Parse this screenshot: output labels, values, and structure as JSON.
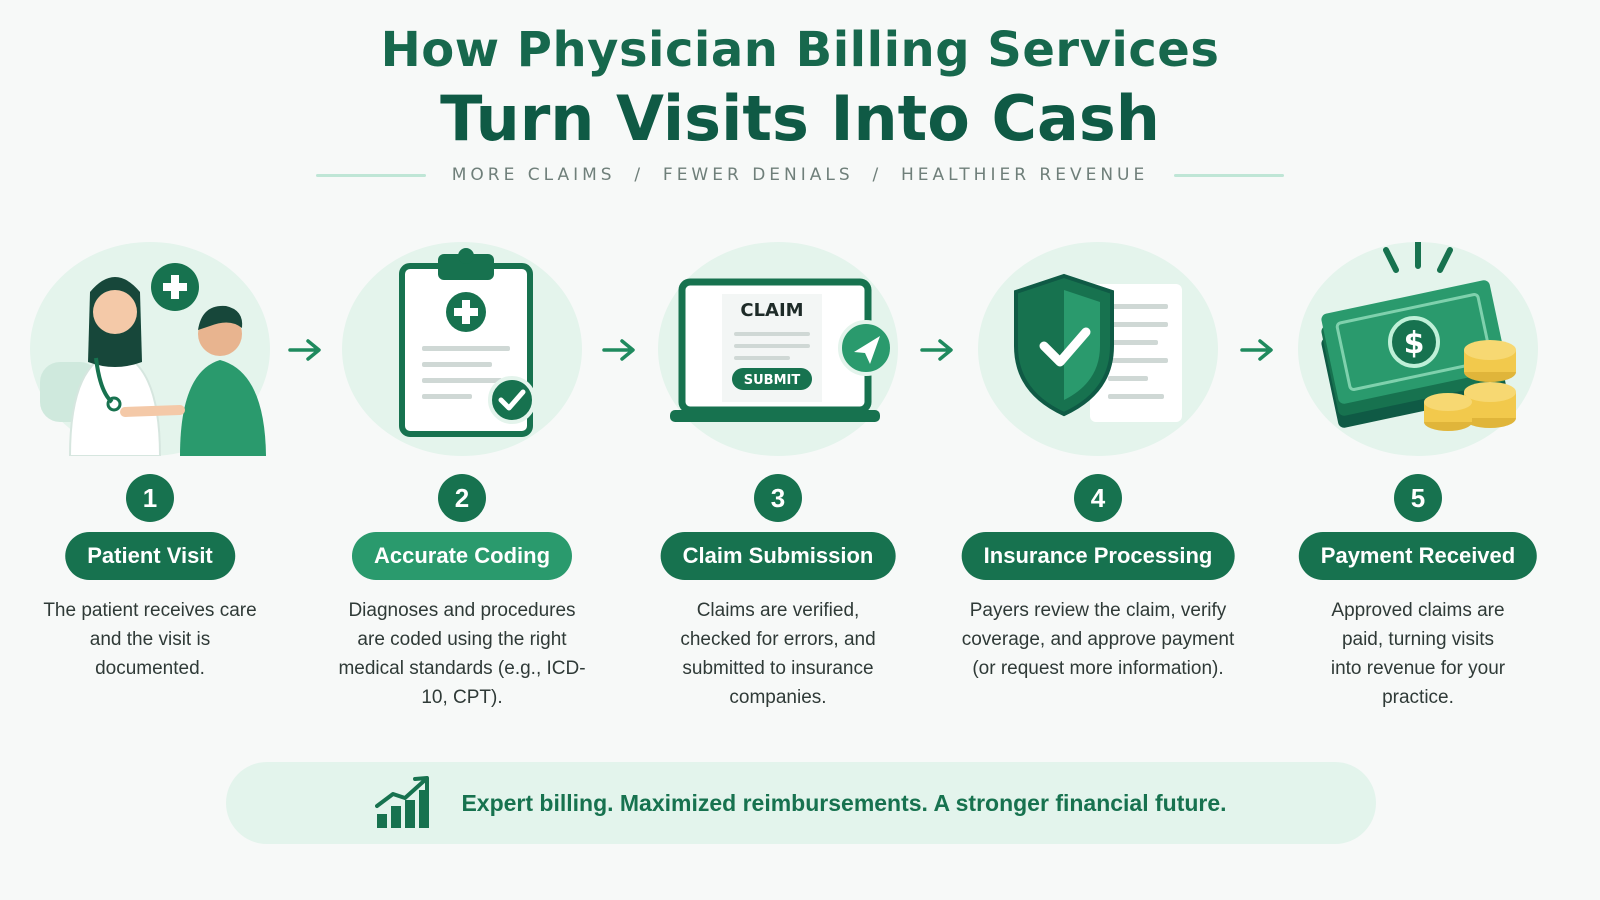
{
  "header": {
    "title_line1": "How Physician Billing Services",
    "title_line2": "Turn Visits Into Cash",
    "subtitle": "MORE CLAIMS  /  FEWER DENIALS  /  HEALTHIER REVENUE"
  },
  "illustrations": {
    "claim_screen_title": "CLAIM",
    "claim_screen_button": "SUBMIT"
  },
  "steps": [
    {
      "number": "1",
      "title": "Patient Visit",
      "icon": "doctor-patient-icon",
      "description": "The patient receives care and the visit is documented."
    },
    {
      "number": "2",
      "title": "Accurate Coding",
      "icon": "clipboard-icon",
      "description": "Diagnoses and procedures are coded using the right medical standards (e.g., ICD-10, CPT)."
    },
    {
      "number": "3",
      "title": "Claim Submission",
      "icon": "laptop-claim-icon",
      "description": "Claims are verified, checked for errors, and submitted to insurance companies."
    },
    {
      "number": "4",
      "title": "Insurance Processing",
      "icon": "shield-check-icon",
      "description": "Payers review the claim, verify coverage, and approve payment (or request more information)."
    },
    {
      "number": "5",
      "title": "Payment Received",
      "icon": "money-stack-icon",
      "description": "Approved claims are paid, turning visits into revenue for your practice."
    }
  ],
  "banner": {
    "icon": "growth-chart-icon",
    "text": "Expert billing. Maximized reimbursements. A stronger financial future."
  },
  "colors": {
    "primary": "#17724f",
    "dark_title": "#0f5a45",
    "light_fill": "#e4f4ec",
    "coin": "#f2c94c"
  }
}
